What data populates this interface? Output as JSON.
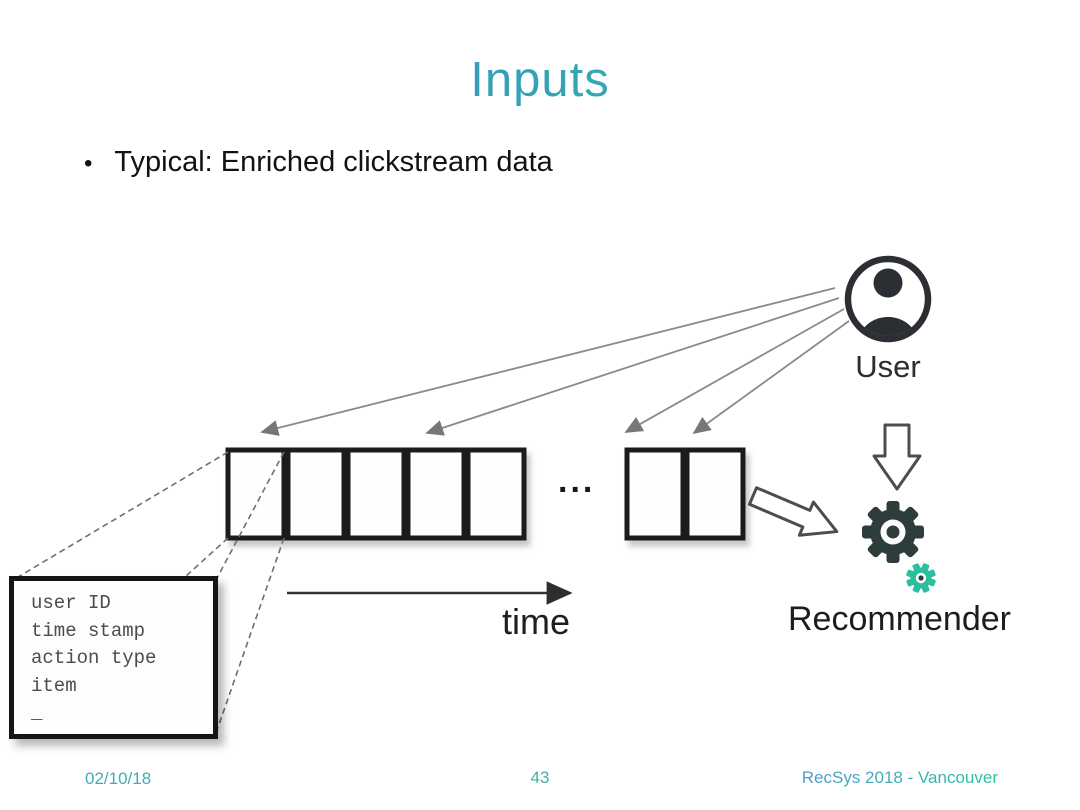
{
  "slide": {
    "title": "Inputs",
    "bullet_marker": "•",
    "bullet_text": "Typical: Enriched clickstream data"
  },
  "diagram": {
    "user_label": "User",
    "time_label": "time",
    "recommender_label": "Recommender",
    "ellipsis": "...",
    "sequence": {
      "group1_cells": 5,
      "group2_cells": 2
    },
    "record_box": {
      "lines": [
        "user ID",
        "time stamp",
        "action type",
        "item",
        "_"
      ]
    }
  },
  "footer": {
    "date": "02/10/18",
    "page_number": "43",
    "venue": "RecSys 2018 - Vancouver"
  },
  "colors": {
    "title_gradient_start": "#3e82cf",
    "title_gradient_end": "#2cc3a0",
    "gear_dark": "#2e3c3c",
    "gear_teal": "#2bbf9f",
    "footer_teal": "#3db3a8",
    "box_border": "#1b1b1b",
    "arrow_gray": "#8a8a8a"
  }
}
